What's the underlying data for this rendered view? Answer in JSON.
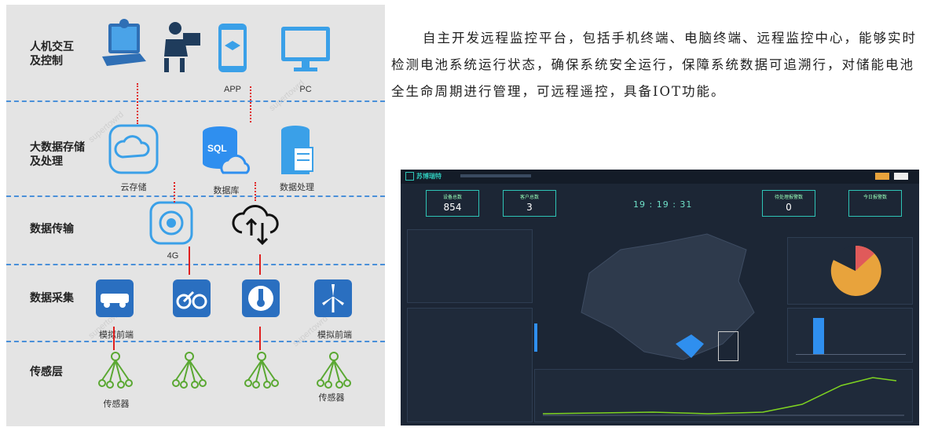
{
  "layers": {
    "hmi": "人机交互\n及控制",
    "bigdata": "大数据存储\n及处理",
    "transport": "数据传输",
    "collect": "数据采集",
    "sensor": "传感层"
  },
  "captions": {
    "app": "APP",
    "pc": "PC",
    "cloud": "云存储",
    "db": "数据库",
    "proc": "数据处理",
    "g4": "4G",
    "afe1": "模拟前端",
    "afe2": "模拟前端",
    "sensor1": "传感器",
    "sensor2": "传感器",
    "sql": "SQL"
  },
  "watermark": "supertowrd",
  "paragraph": "自主开发远程监控平台，包括手机终端、电脑终端、远程监控中心，能够实时检测电池系统运行状态，确保系统安全运行，保障系统数据可追溯行，对储能电池全生命周期进行管理，可远程遥控，具备IOT功能。",
  "dashboard": {
    "brand": "苏博瑞特",
    "stats": [
      {
        "title": "设备总数",
        "value": "854"
      },
      {
        "title": "客户总数",
        "value": "3"
      },
      {
        "title": "待处理报警数",
        "value": "0"
      },
      {
        "title": "今日报警数",
        "value": ""
      }
    ],
    "clock": "19 : 19 : 31",
    "colors": {
      "accent": "#2ec4b6",
      "bg": "#1c2635",
      "pie_main": "#e8a33c",
      "pie_alt": "#e05a5a",
      "bar": "#2f8fef",
      "line": "#7ed321"
    }
  }
}
